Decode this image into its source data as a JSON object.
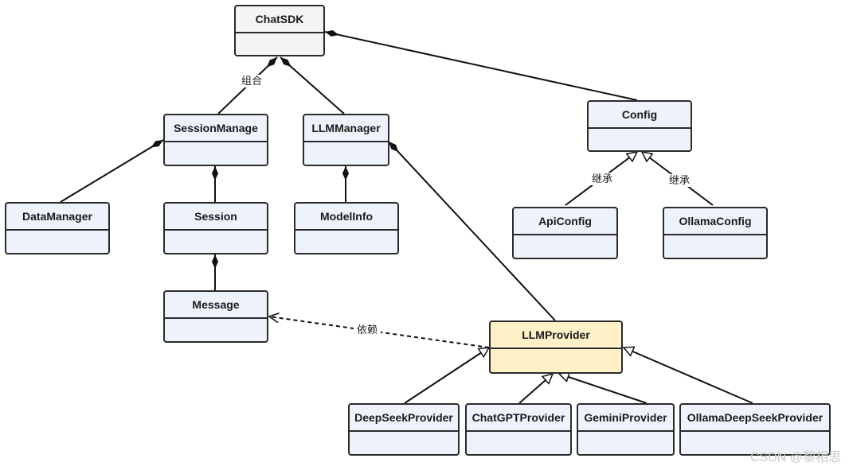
{
  "classes": {
    "chatsdk": "ChatSDK",
    "session_manage": "SessionManage",
    "llm_manager": "LLMManager",
    "config": "Config",
    "data_manager": "DataManager",
    "session": "Session",
    "model_info": "ModelInfo",
    "api_config": "ApiConfig",
    "ollama_config": "OllamaConfig",
    "message": "Message",
    "llm_provider": "LLMProvider",
    "deepseek_provider": "DeepSeekProvider",
    "chatgpt_provider": "ChatGPTProvider",
    "gemini_provider": "GeminiProvider",
    "ollama_deepseek_provider": "OllamaDeepSeekProvider"
  },
  "labels": {
    "composition": "组合",
    "inheritance_left": "继承",
    "inheritance_right": "继承",
    "dependency": "依赖"
  },
  "watermark": "CSDN @黎相思",
  "colors": {
    "line": "#111111",
    "box_border": "#2b2b2b",
    "box_default": "#eef2fb",
    "box_root": "#f4f4f4",
    "box_highlight": "#fff0c8"
  }
}
